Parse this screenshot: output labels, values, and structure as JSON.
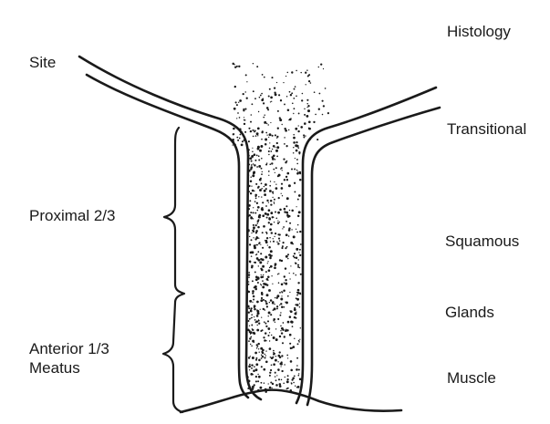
{
  "labels": {
    "site": "Site",
    "proximal": "Proximal 2/3",
    "anterior": "Anterior 1/3",
    "meatus": "Meatus",
    "histology": "Histology",
    "transitional": "Transitional",
    "squamous": "Squamous",
    "glands": "Glands",
    "muscle": "Muscle"
  },
  "colors": {
    "ink": "#1a1a1a",
    "background": "#ffffff"
  }
}
